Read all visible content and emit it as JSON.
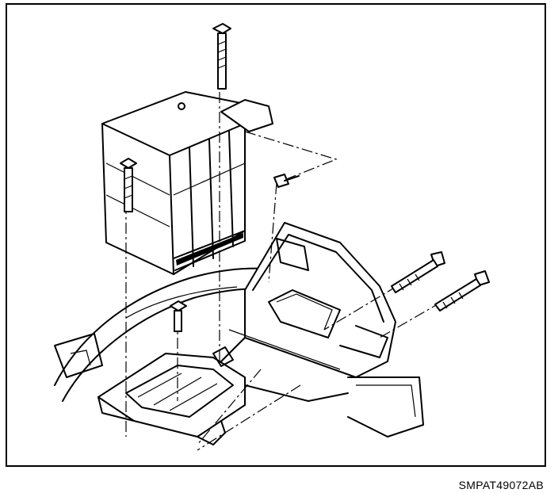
{
  "figure": {
    "code": "SMPAT49072AB",
    "parts": [
      "module-box",
      "mounting-tray",
      "frame-rail",
      "fender-inner",
      "bolt-top",
      "bolt-left",
      "bolt-tray",
      "bolt-right-upper",
      "bolt-right-lower",
      "screw-bracket"
    ]
  }
}
